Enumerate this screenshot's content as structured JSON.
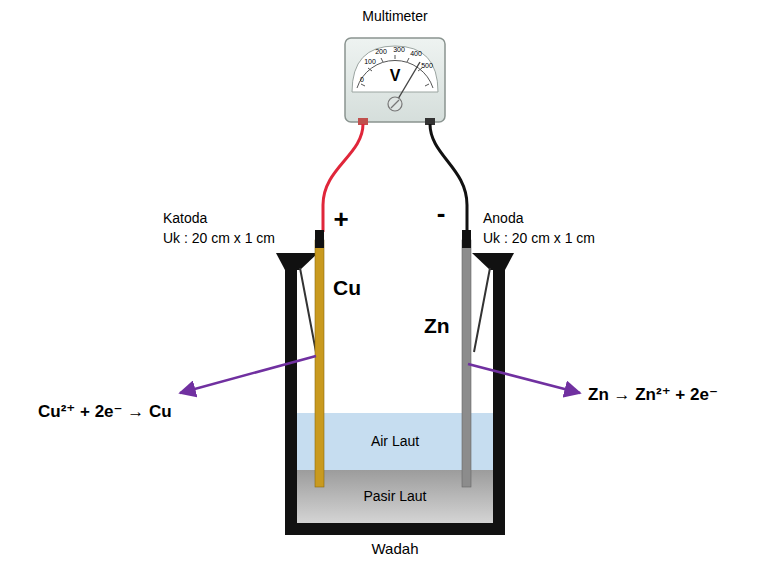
{
  "diagram": {
    "nodes": [
      {
        "text": [
          "Multimeter",
          "V"
        ]
      },
      {
        "text": [
          "Wadah"
        ]
      },
      {
        "text": [
          "Air Laut"
        ],
        "in": 1
      },
      {
        "text": [
          "Pasir Laut"
        ],
        "in": 1
      }
    ],
    "labels": [
      "0",
      "100",
      "200",
      "300",
      "400",
      "500",
      "+",
      "-",
      "Katoda",
      "Uk : 20 cm x 1 cm",
      "Cu",
      "Anoda",
      "Uk : 20 cm x 1 cm",
      "Zn",
      "Cu²⁺ + 2e⁻ → Cu",
      "Zn → Zn²⁺ + 2e⁻"
    ]
  }
}
